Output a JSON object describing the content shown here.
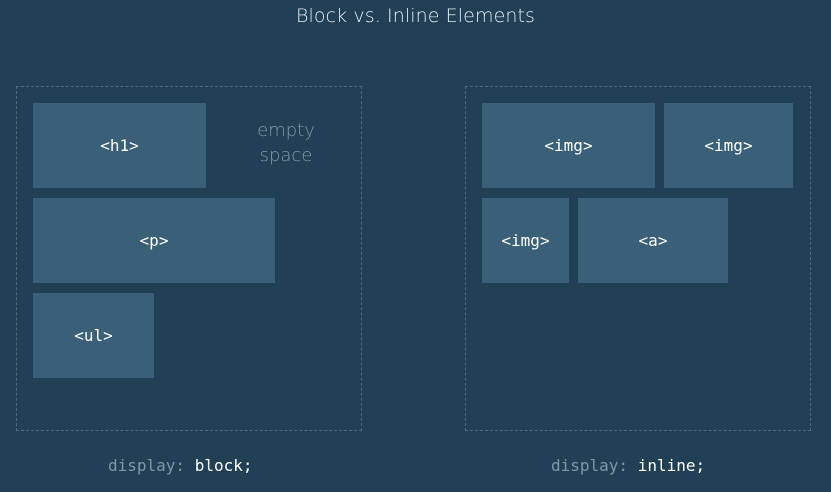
{
  "title": "Block vs. Inline Elements",
  "block_panel": {
    "boxes": [
      {
        "label": "<h1>"
      },
      {
        "label": "<p>"
      },
      {
        "label": "<ul>"
      }
    ],
    "empty_space_label": [
      "empty",
      "space"
    ],
    "caption": {
      "property": "display: ",
      "value": "block;"
    }
  },
  "inline_panel": {
    "boxes": [
      {
        "label": "<img>"
      },
      {
        "label": "<img>"
      },
      {
        "label": "<img>"
      },
      {
        "label": "<a>"
      }
    ],
    "caption": {
      "property": "display: ",
      "value": "inline;"
    }
  },
  "colors": {
    "background": "#213f55",
    "box_fill": "#3a5f78",
    "dashed_border": "#4d6b80",
    "muted_text": "#8199aa",
    "code_text": "#ffffff"
  }
}
